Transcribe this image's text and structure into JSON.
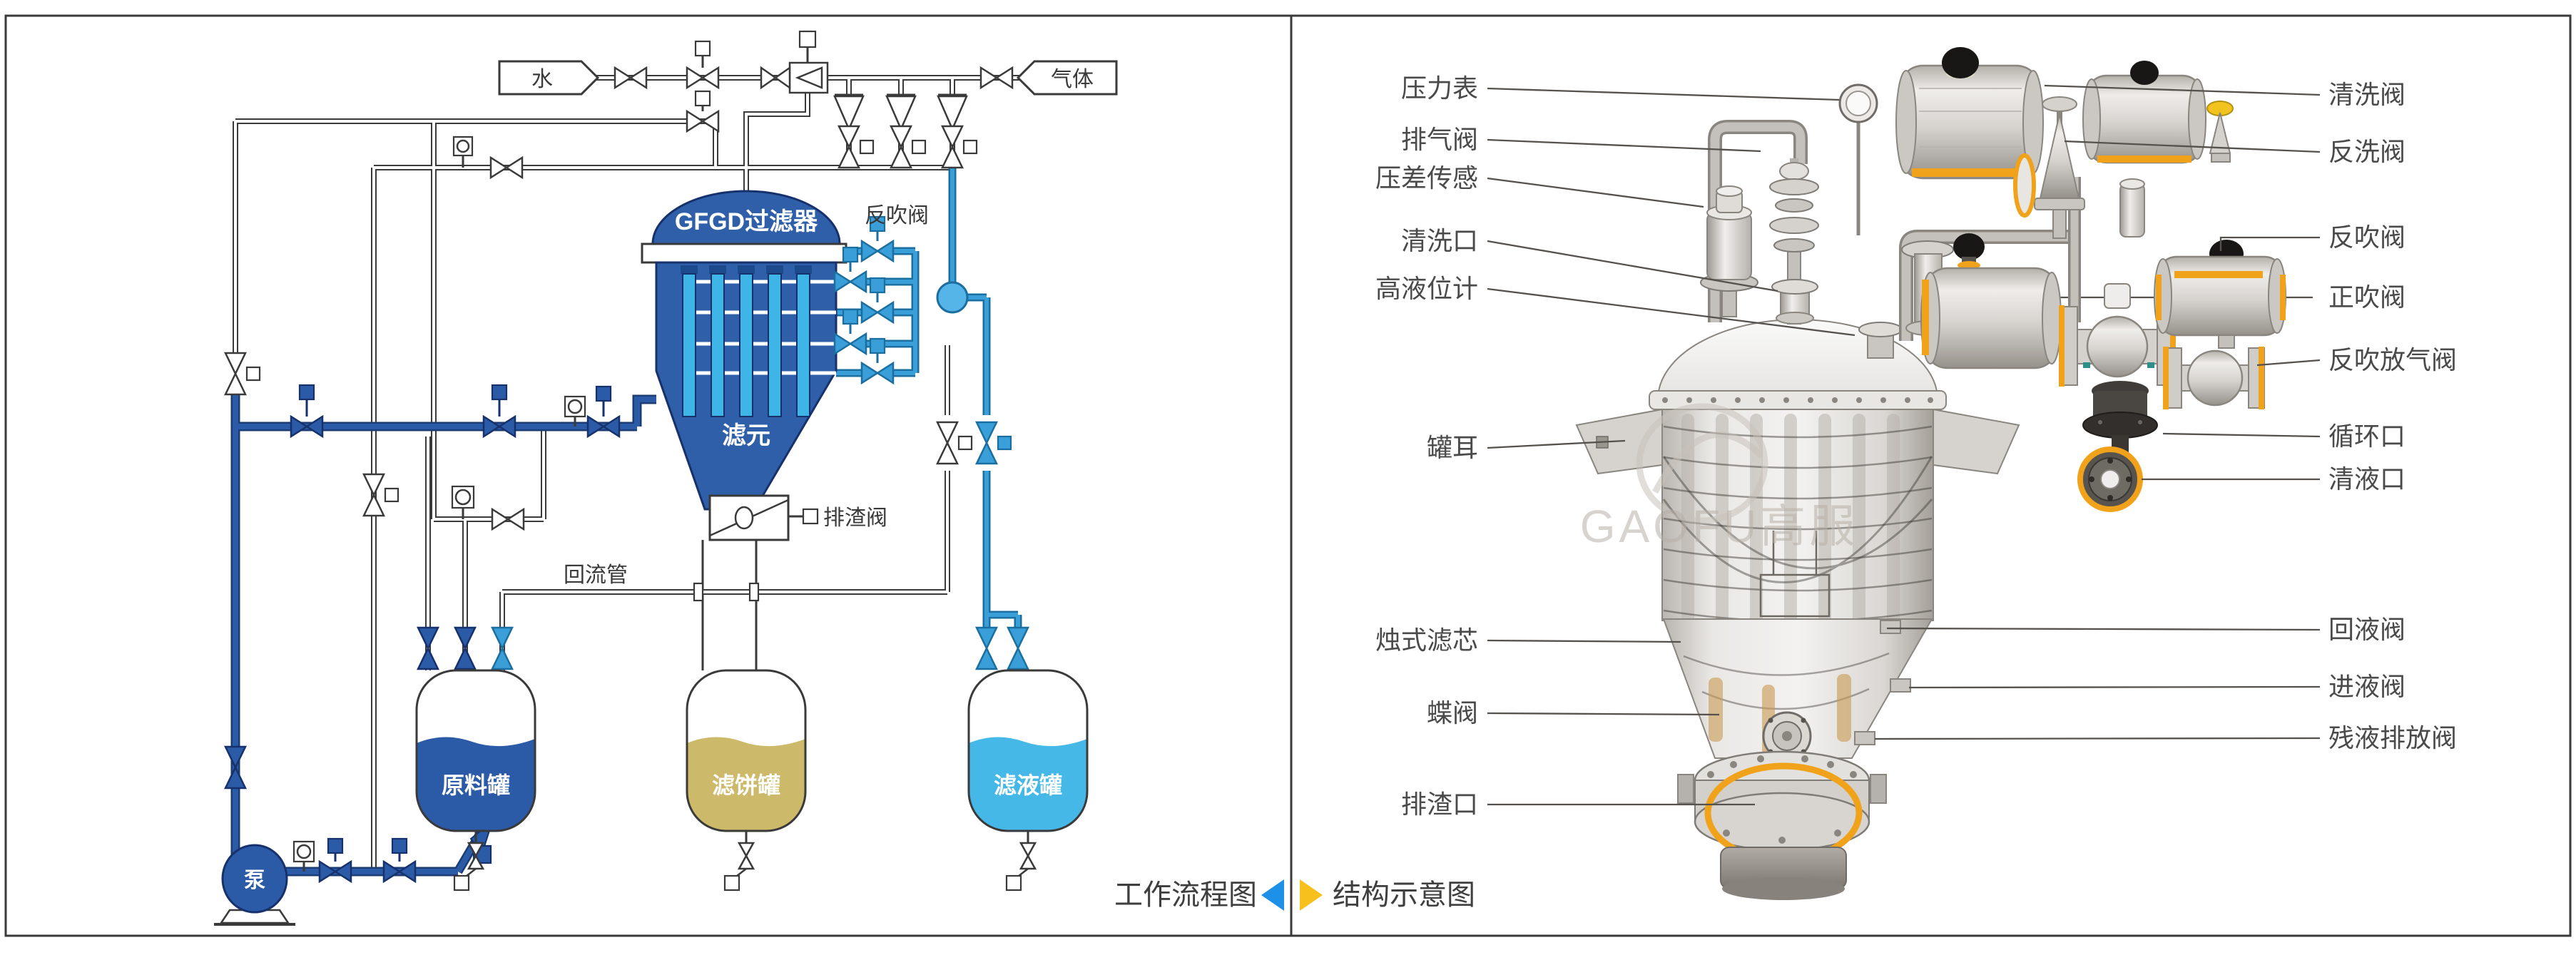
{
  "captions": {
    "flow": "工作流程图",
    "structure": "结构示意图"
  },
  "colors": {
    "primary_blue": "#2b5aa7",
    "light_blue": "#3a9fd8",
    "filtrate_blue": "#45b8e8",
    "cake_tan": "#cdb96a",
    "vessel_blue": "#2e5fa8",
    "accent_orange": "#f0a21a",
    "arrow_blue": "#1e90e8",
    "arrow_yellow": "#f7c01d"
  },
  "flow": {
    "water_source": "水",
    "gas_source": "气体",
    "filter_title": "GFGD过滤器",
    "filter_element_label": "滤元",
    "backblow_valves_label": "反吹阀",
    "slag_valve_label": "排渣阀",
    "return_pipe_label": "回流管",
    "pump_label": "泵",
    "tanks": [
      {
        "name": "原料罐"
      },
      {
        "name": "滤饼罐"
      },
      {
        "name": "滤液罐"
      }
    ]
  },
  "structure": {
    "watermark": "GAOFU高服",
    "left_callouts": [
      {
        "label": "压力表"
      },
      {
        "label": "排气阀"
      },
      {
        "label": "压差传感"
      },
      {
        "label": "清洗口"
      },
      {
        "label": "高液位计"
      },
      {
        "label": "罐耳"
      },
      {
        "label": "烛式滤芯"
      },
      {
        "label": "蝶阀"
      },
      {
        "label": "排渣口"
      }
    ],
    "right_callouts": [
      {
        "label": "清洗阀"
      },
      {
        "label": "反洗阀"
      },
      {
        "label": "反吹阀"
      },
      {
        "label": "正吹阀"
      },
      {
        "label": "反吹放气阀"
      },
      {
        "label": "循环口"
      },
      {
        "label": "清液口"
      },
      {
        "label": "回液阀"
      },
      {
        "label": "进液阀"
      },
      {
        "label": "残液排放阀"
      }
    ]
  }
}
